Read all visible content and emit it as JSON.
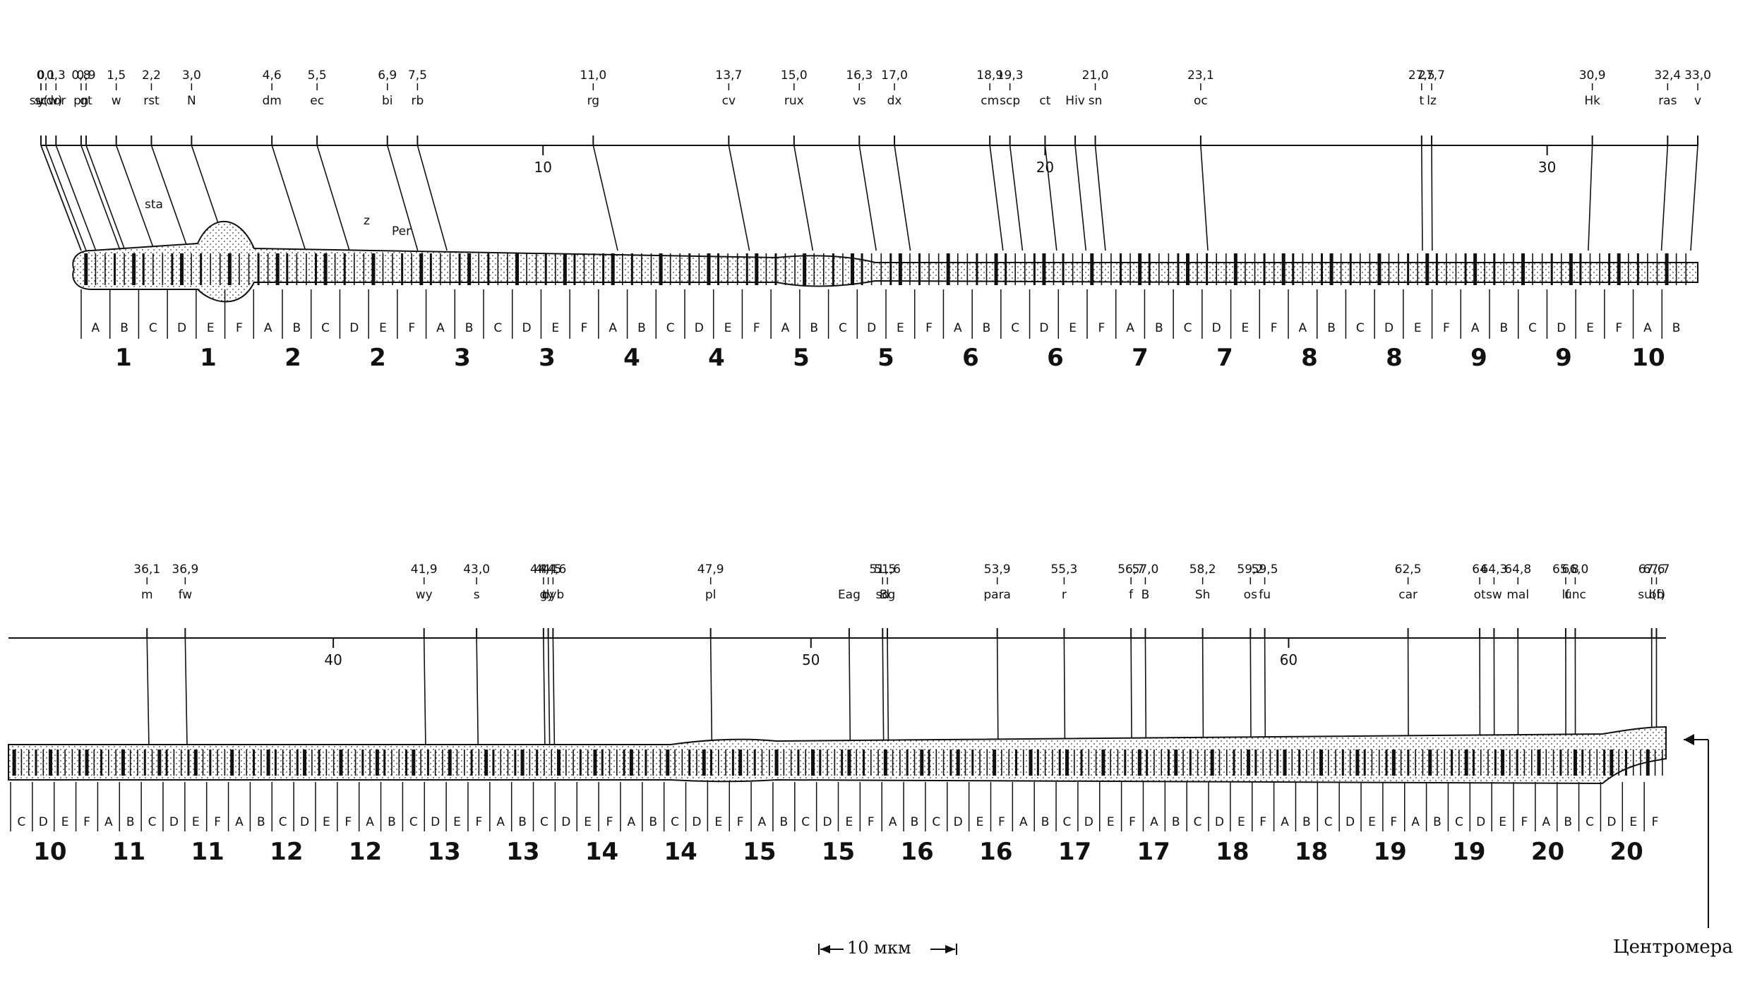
{
  "centromere_label": "Центромера",
  "scale_bar_label": "10 мкм",
  "rows": [
    {
      "map_axis": {
        "min": 0,
        "max": 33.0,
        "ticks": [
          "10",
          "20",
          "30"
        ],
        "tick_values": [
          10,
          20,
          30
        ]
      },
      "genes": [
        {
          "pos": "0",
          "sym": "y",
          "v": 0
        },
        {
          "pos": "0",
          "sym": "sc",
          "v": 0
        },
        {
          "pos": "0,1",
          "sym": "su(w)",
          "v": 0.1
        },
        {
          "pos": "0,3",
          "sym": "dor",
          "v": 0.3
        },
        {
          "pos": "0,8",
          "sym": "pn",
          "v": 0.8
        },
        {
          "pos": "0,9",
          "sym": "gt",
          "v": 0.9
        },
        {
          "pos": "1,5",
          "sym": "w",
          "v": 1.5
        },
        {
          "pos": "2,2",
          "sym": "rst",
          "v": 2.2
        },
        {
          "pos": "3,0",
          "sym": "N",
          "v": 3.0
        },
        {
          "pos": "4,6",
          "sym": "dm",
          "v": 4.6
        },
        {
          "pos": "5,5",
          "sym": "ec",
          "v": 5.5
        },
        {
          "pos": "6,9",
          "sym": "bi",
          "v": 6.9
        },
        {
          "pos": "7,5",
          "sym": "rb",
          "v": 7.5
        },
        {
          "pos": "11,0",
          "sym": "rg",
          "v": 11.0
        },
        {
          "pos": "13,7",
          "sym": "cv",
          "v": 13.7
        },
        {
          "pos": "15,0",
          "sym": "rux",
          "v": 15.0
        },
        {
          "pos": "16,3",
          "sym": "vs",
          "v": 16.3
        },
        {
          "pos": "17,0",
          "sym": "dx",
          "v": 17.0
        },
        {
          "pos": "18,9",
          "sym": "cm",
          "v": 18.9
        },
        {
          "pos": "19,3",
          "sym": "scp",
          "v": 19.3
        },
        {
          "pos": "",
          "sym": "ct",
          "v": 20.0
        },
        {
          "pos": "",
          "sym": "Hiv",
          "v": 20.6
        },
        {
          "pos": "21,0",
          "sym": "sn",
          "v": 21.0
        },
        {
          "pos": "23,1",
          "sym": "oc",
          "v": 23.1
        },
        {
          "pos": "27,5",
          "sym": "t",
          "v": 27.5
        },
        {
          "pos": "27,7",
          "sym": "lz",
          "v": 27.7
        },
        {
          "pos": "30,9",
          "sym": "Hk",
          "v": 30.9
        },
        {
          "pos": "32,4",
          "sym": "ras",
          "v": 32.4
        },
        {
          "pos": "33,0",
          "sym": "v",
          "v": 33.0
        }
      ],
      "extra_labels": [
        "sta",
        "z",
        "Per"
      ],
      "bands": [
        "A",
        "B",
        "C",
        "D",
        "E",
        "F",
        "A",
        "B",
        "C",
        "D",
        "E",
        "F",
        "A",
        "B",
        "C",
        "D",
        "E",
        "F",
        "A",
        "B",
        "C",
        "D",
        "E",
        "F",
        "A",
        "B",
        "C",
        "D",
        "E",
        "F",
        "A",
        "B",
        "C",
        "D",
        "E",
        "F",
        "A",
        "B",
        "C",
        "D",
        "E",
        "F",
        "A",
        "B",
        "C",
        "D",
        "E",
        "F",
        "A",
        "B",
        "C",
        "D",
        "E",
        "F",
        "A",
        "B"
      ],
      "divisions": [
        "1",
        "1",
        "2",
        "2",
        "3",
        "3",
        "4",
        "4",
        "5",
        "5",
        "6",
        "6",
        "7",
        "7",
        "8",
        "8",
        "9",
        "9",
        "10"
      ]
    },
    {
      "map_axis": {
        "min": 33.2,
        "max": 67.9,
        "ticks": [
          "40",
          "50",
          "60"
        ],
        "tick_values": [
          40,
          50,
          60
        ]
      },
      "genes": [
        {
          "pos": "36,1",
          "sym": "m",
          "v": 36.1
        },
        {
          "pos": "36,9",
          "sym": "fw",
          "v": 36.9
        },
        {
          "pos": "41,9",
          "sym": "wy",
          "v": 41.9
        },
        {
          "pos": "43,0",
          "sym": "s",
          "v": 43.0
        },
        {
          "pos": "44,4",
          "sym": "g",
          "v": 44.4
        },
        {
          "pos": "44,5",
          "sym": "ty",
          "v": 44.5
        },
        {
          "pos": "44,6",
          "sym": "dyb",
          "v": 44.6
        },
        {
          "pos": "47,9",
          "sym": "pl",
          "v": 47.9
        },
        {
          "pos": "",
          "sym": "Eag",
          "v": 50.8
        },
        {
          "pos": "51,5",
          "sym": "sd",
          "v": 51.5
        },
        {
          "pos": "51,6",
          "sym": "Bg",
          "v": 51.6
        },
        {
          "pos": "53,9",
          "sym": "para",
          "v": 53.9
        },
        {
          "pos": "55,3",
          "sym": "r",
          "v": 55.3
        },
        {
          "pos": "56,7",
          "sym": "f",
          "v": 56.7
        },
        {
          "pos": "57,0",
          "sym": "B",
          "v": 57.0
        },
        {
          "pos": "58,2",
          "sym": "Sh",
          "v": 58.2
        },
        {
          "pos": "59,2",
          "sym": "os",
          "v": 59.2
        },
        {
          "pos": "59,5",
          "sym": "fu",
          "v": 59.5
        },
        {
          "pos": "62,5",
          "sym": "car",
          "v": 62.5
        },
        {
          "pos": "64",
          "sym": "ot",
          "v": 64.0
        },
        {
          "pos": "64,3",
          "sym": "sw",
          "v": 64.3
        },
        {
          "pos": "64,8",
          "sym": "mal",
          "v": 64.8
        },
        {
          "pos": "65,8",
          "sym": "lf",
          "v": 65.8
        },
        {
          "pos": "66,0",
          "sym": "unc",
          "v": 66.0
        },
        {
          "pos": "67,6",
          "sym": "su(f)",
          "v": 67.6
        },
        {
          "pos": "67,7",
          "sym": "bb",
          "v": 67.7
        }
      ],
      "bands": [
        "C",
        "D",
        "E",
        "F",
        "A",
        "B",
        "C",
        "D",
        "E",
        "F",
        "A",
        "B",
        "C",
        "D",
        "E",
        "F",
        "A",
        "B",
        "C",
        "D",
        "E",
        "F",
        "A",
        "B",
        "C",
        "D",
        "E",
        "F",
        "A",
        "B",
        "C",
        "D",
        "E",
        "F",
        "A",
        "B",
        "C",
        "D",
        "E",
        "F",
        "A",
        "B",
        "C",
        "D",
        "E",
        "F",
        "A",
        "B",
        "C",
        "D",
        "E",
        "F",
        "A",
        "B",
        "C",
        "D",
        "E",
        "F",
        "A",
        "B",
        "C",
        "D",
        "E",
        "F",
        "A",
        "B",
        "C",
        "D",
        "E",
        "F",
        "A",
        "B",
        "C",
        "D",
        "E",
        "F"
      ],
      "divisions": [
        "10",
        "11",
        "11",
        "12",
        "12",
        "13",
        "13",
        "14",
        "14",
        "15",
        "15",
        "16",
        "16",
        "17",
        "17",
        "18",
        "18",
        "19",
        "19",
        "20",
        "20"
      ]
    }
  ]
}
